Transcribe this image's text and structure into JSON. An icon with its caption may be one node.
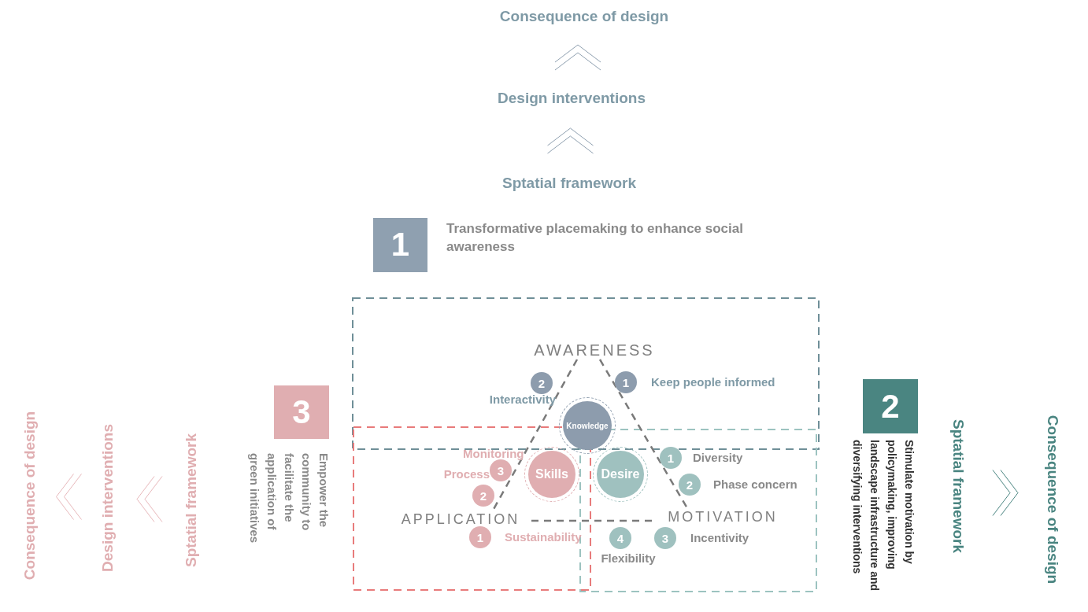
{
  "diagram": {
    "nodes": [
      {
        "text": [
          "Consequence of design"
        ]
      },
      {
        "text": [
          "Design interventions"
        ]
      },
      {
        "text": [
          "Sptatial framework"
        ]
      },
      {
        "text": [
          "1"
        ],
        "beside": [
          "Transformative placemaking to enhance social awareness"
        ]
      },
      {
        "text": [
          "2"
        ],
        "beside": [
          "Interactivity"
        ]
      },
      {
        "text": [
          "1"
        ],
        "beside": [
          "Keep people informed"
        ]
      },
      {
        "text": [
          "3"
        ],
        "beside": [
          "Empower the community to facilitate the application of green initiatives"
        ]
      },
      {
        "text": [
          "Knowledge"
        ]
      },
      {
        "text": [
          "2"
        ],
        "beside": [
          "Stimulate motivation by policymaking, improving landscape infrastructure and diversifying interventions"
        ]
      },
      {
        "text": [
          "1"
        ],
        "beside": [
          "Diversity"
        ]
      },
      {
        "text": [
          "3"
        ],
        "beside": [
          "Process"
        ]
      },
      {
        "text": [
          "Skills"
        ]
      },
      {
        "text": [
          "Desire"
        ]
      },
      {
        "text": [
          "2"
        ],
        "beside": [
          "Phase concern"
        ]
      },
      {
        "text": [
          "2"
        ]
      },
      {
        "text": [
          "1"
        ],
        "beside": [
          "Sustainability"
        ]
      },
      {
        "text": [
          "4"
        ],
        "beside": [
          "Flexibility"
        ]
      },
      {
        "text": [
          "3"
        ],
        "beside": [
          "Incentivity"
        ]
      },
      {
        "text": [
          "Consequence of design"
        ]
      },
      {
        "text": [
          "Design interventions"
        ]
      },
      {
        "text": [
          "Sptatial framework"
        ]
      },
      {
        "text": [
          "Sptatial framework"
        ]
      },
      {
        "text": [
          "Consequence of design"
        ]
      },
      {
        "text": [
          "AWARENESS"
        ]
      },
      {
        "text": [
          "APPLICATION"
        ]
      },
      {
        "text": [
          "MOTIVATION"
        ]
      }
    ],
    "edges": [
      {
        "from": 2,
        "to": 1,
        "arrow": "to"
      },
      {
        "from": 1,
        "to": 0,
        "arrow": "to"
      },
      {
        "from": 20,
        "to": 19,
        "arrow": "to",
        "color": "#e8b8bb"
      },
      {
        "from": 19,
        "to": 18,
        "arrow": "to",
        "color": "#e8b8bb"
      },
      {
        "from": 21,
        "to": 22,
        "arrow": "to"
      },
      {
        "from": 23,
        "to": 24,
        "arrow": "none",
        "style": "dashed"
      },
      {
        "from": 23,
        "to": 25,
        "arrow": "none",
        "style": "dashed"
      },
      {
        "from": 24,
        "to": 25,
        "arrow": "none",
        "style": "dashed"
      }
    ],
    "labels": [
      "Monitoring"
    ]
  }
}
